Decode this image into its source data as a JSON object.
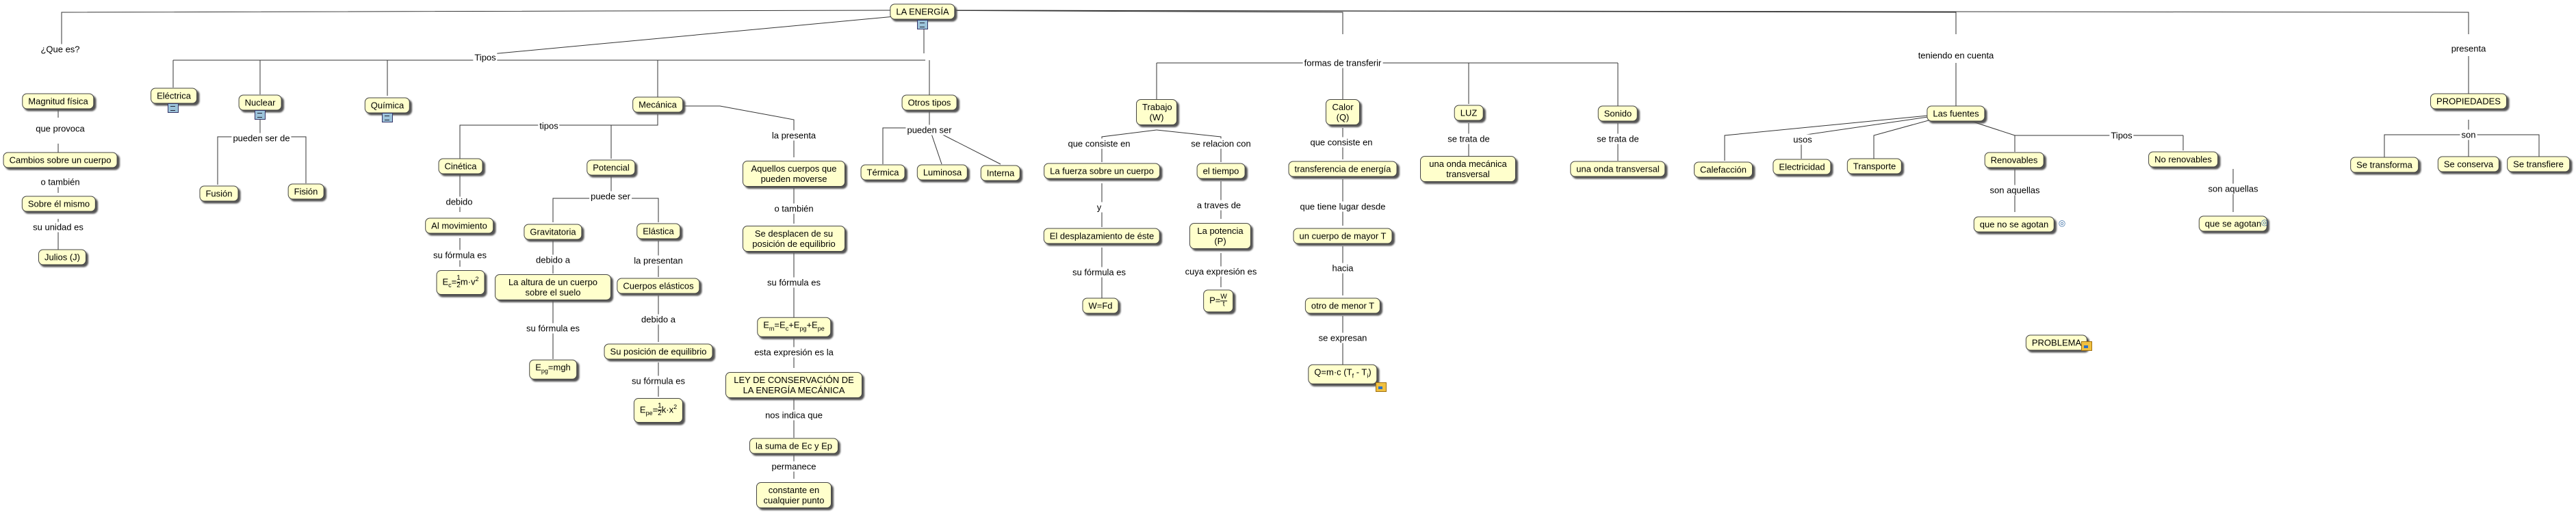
{
  "nodes": {
    "energia": "LA ENERGÍA",
    "magnitud": "Magnitud física",
    "cambios": "Cambios sobre un cuerpo",
    "sobre_mismo": "Sobre él mismo",
    "julios": "Julios (J)",
    "electrica": "Eléctrica",
    "nuclear": "Nuclear",
    "fusion": "Fusión",
    "fision": "Fisión",
    "quimica": "Química",
    "mecanica": "Mecánica",
    "cinetica": "Cinética",
    "al_movimiento": "Al movimiento",
    "potencial": "Potencial",
    "gravitatoria": "Gravitatoria",
    "altura": "La altura de un cuerpo sobre el suelo",
    "elastica": "Elástica",
    "cuerpos_elasticos": "Cuerpos elásticos",
    "posicion_equilibrio": "Su posición de equilibrio",
    "aquellos": "Aquellos cuerpos que pueden moverse",
    "desplacen": "Se desplacen de su posición de equilibrio",
    "ley": "LEY DE CONSERVACIÓN DE LA ENERGÍA MECÁNICA",
    "suma": "la suma de Ec y Ep",
    "constante": "constante en cualquier punto",
    "otros": "Otros tipos",
    "termica": "Térmica",
    "luminosa": "Luminosa",
    "interna": "Interna",
    "trabajo": "Trabajo (W)",
    "fuerza": "La fuerza sobre un cuerpo",
    "desplazamiento": "El desplazamiento de éste",
    "w_fd": "W=Fd",
    "el_tiempo": "el tiempo",
    "la_potencia": "La potencia (P)",
    "calor": "Calor (Q)",
    "transferencia": "transferencia de energía",
    "mayor_t": "un cuerpo de mayor T",
    "menor_t": "otro de menor T",
    "luz": "LUZ",
    "onda_mecanica": "una onda mecánica transversal",
    "sonido": "Sonido",
    "onda_transversal": "una onda transversal",
    "las_fuentes": "Las fuentes",
    "calefaccion": "Calefacción",
    "electricidad": "Electricidad",
    "transporte": "Transporte",
    "renovables": "Renovables",
    "no_se_agotan": "que no se agotan",
    "no_renovables": "No renovables",
    "se_agotan": "que se agotan",
    "problema": "PROBLEMA",
    "propiedades": "PROPIEDADES",
    "se_transforma": "Se transforma",
    "se_conserva": "Se conserva",
    "se_transfiere": "Se transfiere"
  },
  "formulas": {
    "ec": {
      "lhs": "E",
      "lhs_sub": "c",
      "eq": "=",
      "num": "1",
      "den": "2",
      "rhs": "m·v",
      "rhs_sup": "2"
    },
    "epg": {
      "lhs": "E",
      "lhs_sub": "pg",
      "rhs": "=mgh"
    },
    "epe": {
      "lhs": "E",
      "lhs_sub": "pe",
      "eq": "=",
      "num": "1",
      "den": "2",
      "rhs": "k·x",
      "rhs_sup": "2"
    },
    "em": {
      "lhs": "E",
      "lhs_sub": "m",
      "a": "=E",
      "a_sub": "c",
      "b": "+E",
      "b_sub": "pg",
      "c": "+E",
      "c_sub": "pe"
    },
    "p": {
      "lhs": "P=",
      "num": "W",
      "den": "t"
    },
    "q": {
      "text": "Q=m·c (T",
      "s1": "f",
      "mid": " - T",
      "s2": "i",
      "end": ")"
    }
  },
  "labels": {
    "que_es": "¿Que es?",
    "que_provoca": "que provoca",
    "o_tambien_1": "o también",
    "su_unidad": "su unidad es",
    "tipos_top": "Tipos",
    "pueden_ser_de": "pueden ser de",
    "tipos_mec": "tipos",
    "debido": "debido",
    "su_formula_1": "su fórmula es",
    "puede_ser": "puede ser",
    "debido_a_1": "debido a",
    "su_formula_2": "su fórmula es",
    "la_presentan": "la presentan",
    "debido_a_2": "debido a",
    "su_formula_3": "su fórmula es",
    "la_presenta": "la presenta",
    "o_tambien_2": "o también",
    "su_formula_4": "su fórmula es",
    "esta_expresion": "esta expresión es la",
    "nos_indica": "nos indica que",
    "permanece": "permanece",
    "pueden_ser": "pueden ser",
    "formas": "formas de transferir",
    "que_consiste_1": "que consiste en",
    "y": "y",
    "su_formula_5": "su fórmula es",
    "se_relacion": "se relacion con",
    "a_traves": "a traves de",
    "cuya_expresion": "cuya expresión es",
    "que_consiste_2": "que consiste en",
    "que_tiene": "que tiene lugar desde",
    "hacia": "hacia",
    "se_expresan": "se expresan",
    "se_trata_1": "se trata de",
    "se_trata_2": "se trata de",
    "teniendo": "teniendo en cuenta",
    "usos": "usos",
    "tipos_fuentes": "Tipos",
    "son_aquellas_1": "son aquellas",
    "son_aquellas_2": "son aquellas",
    "presenta": "presenta",
    "son": "son"
  },
  "icons": [
    "doc-icon",
    "web-icon",
    "image-icon"
  ]
}
